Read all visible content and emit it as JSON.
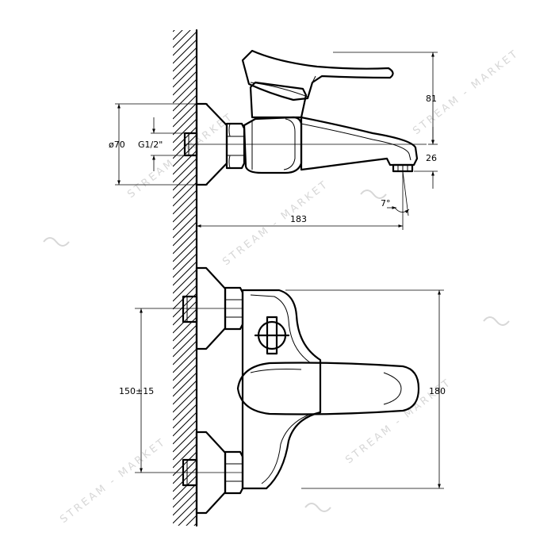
{
  "dimensions": {
    "flange_diameter": "ø70",
    "thread": "G1/2\"",
    "height": "81",
    "spout_drop": "26",
    "spout_angle": "7°",
    "projection": "183",
    "center_distance": "150±15",
    "overall_height": "180"
  },
  "watermark": "STREAM - MARKET",
  "colors": {
    "line": "#000000",
    "watermark": "#d7d7d7"
  }
}
